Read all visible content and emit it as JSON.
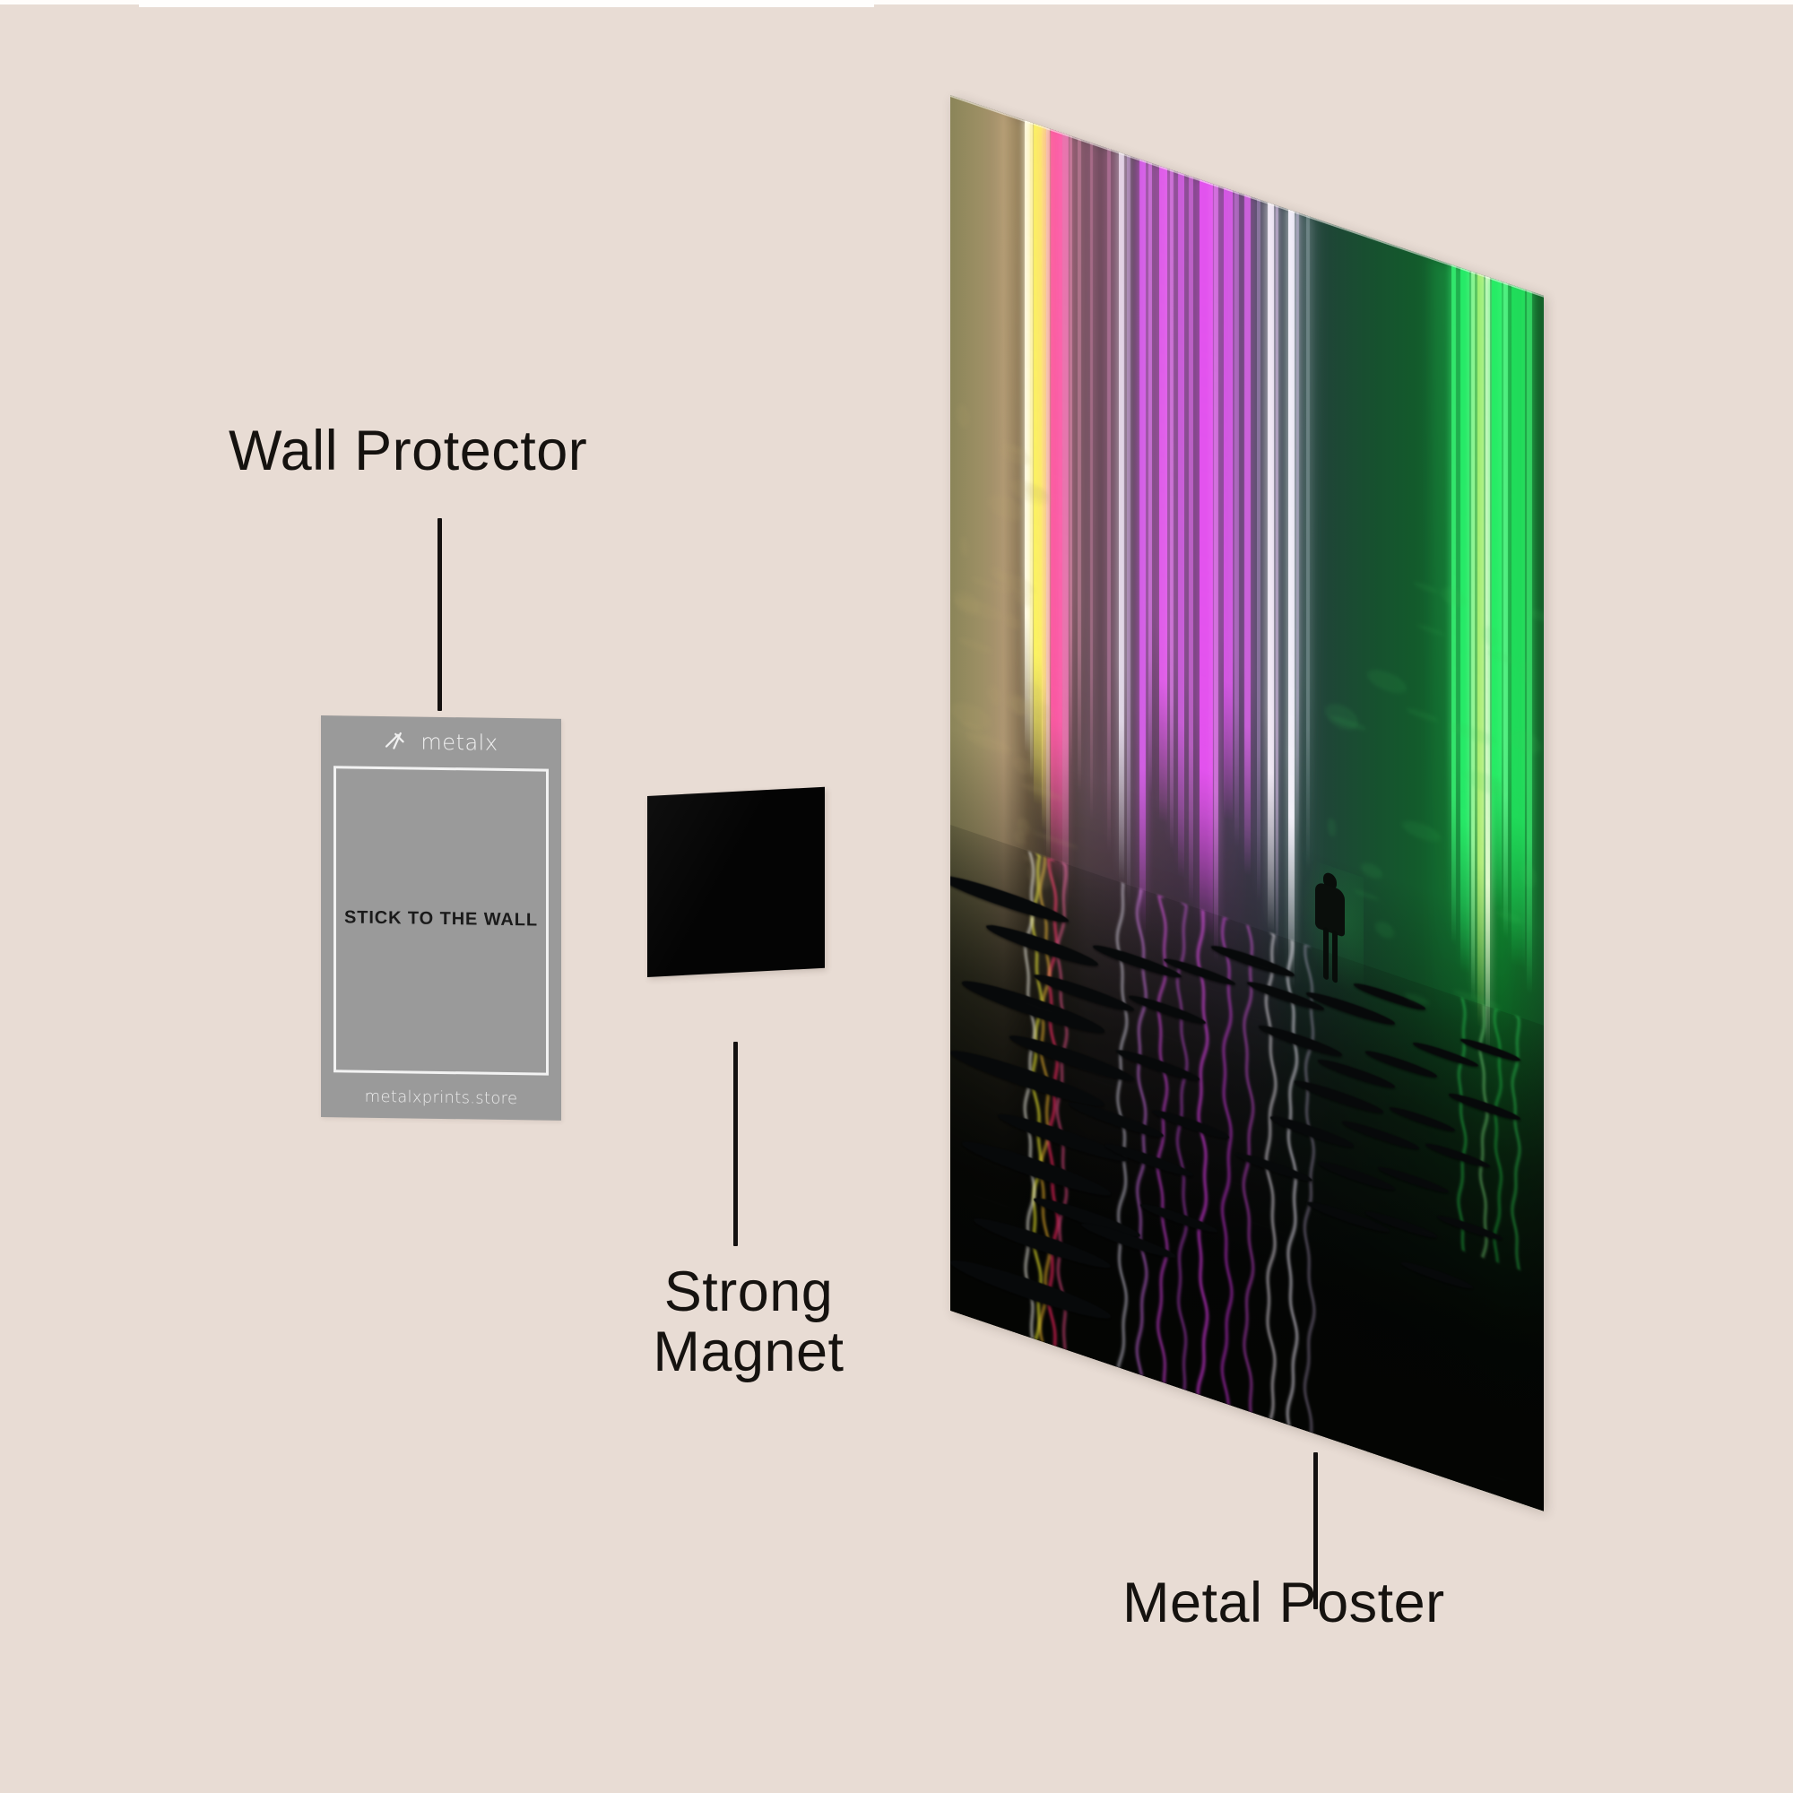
{
  "background_color": "#e8dcd4",
  "labels": {
    "wall_protector": "Wall Protector",
    "strong_magnet": "Strong\nMagnet",
    "metal_poster": "Metal Poster"
  },
  "wall_protector_card": {
    "brand_name": "metalx",
    "logo_icon": "metalx-cross-icon",
    "center_text": "STICK TO THE WALL",
    "url": "metalxprints.store",
    "background_color": "#9a9a9a",
    "frame_color": "#f2f2f2"
  },
  "magnet": {
    "name": "strong-magnet",
    "color": "#040404",
    "shape": "square"
  },
  "metal_poster": {
    "name": "metal-poster-artwork",
    "description": "Neon light beams over dark water with silhouetted figure",
    "palette": {
      "olive": "#8b8559",
      "tan": "#ab9370",
      "yellow": "#f7f32a",
      "white": "#fffdf0",
      "magenta": "#ff2bb8",
      "violet": "#d12ef0",
      "purple": "#8a2fd6",
      "teal": "#1e4636",
      "green": "#18e04a",
      "bright_green": "#4cff63",
      "water_dark": "#050704"
    }
  },
  "leader_lines": {
    "wall_protector": "leader-line-wall-protector",
    "strong_magnet": "leader-line-strong-magnet",
    "metal_poster": "leader-line-metal-poster"
  }
}
